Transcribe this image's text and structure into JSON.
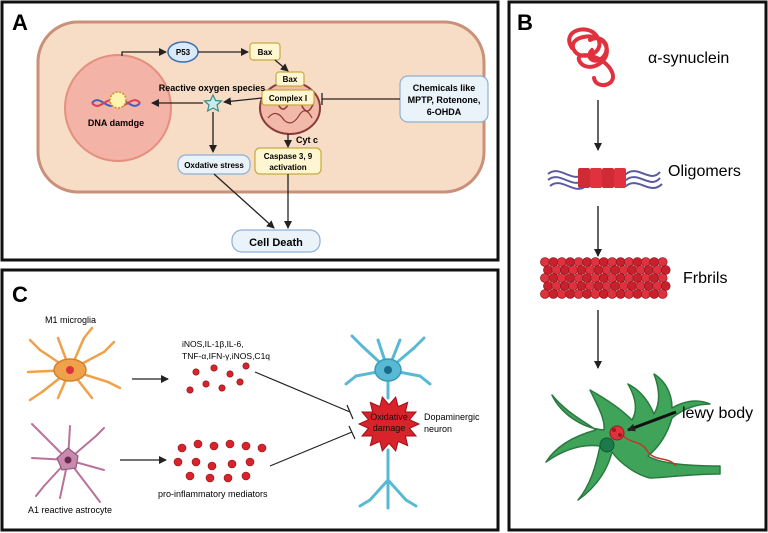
{
  "panels": {
    "a": {
      "letter": "A",
      "p53": "P53",
      "bax_top": "Bax",
      "bax_mito": "Bax",
      "complex": "Complex I",
      "dna": "DNA damdge",
      "ros": "Reactive oxygen species",
      "chemicals": [
        "Chemicals like",
        "MPTP, Rotenone,",
        "6-OHDA"
      ],
      "cytc": "Cyt c",
      "caspase": [
        "Caspase 3, 9",
        "activation"
      ],
      "oxstress": "Oxdative stress",
      "death": "Cell Death"
    },
    "b": {
      "letter": "B",
      "asyn": "α-synuclein",
      "oligomers": "Oligomers",
      "fibrils": "Frbrils",
      "lewy": "lewy body"
    },
    "c": {
      "letter": "C",
      "m1": "M1 microglia",
      "mediators_list": [
        "iNOS,IL-1β,IL-6,",
        "TNF-α,IFN-γ,iNOS,C1q"
      ],
      "a1": "A1 reactive astrocyte",
      "proinf": "pro-inflammatory mediators",
      "oxdamage": [
        "Oxidative",
        "damage"
      ],
      "neuron": [
        "Dopaminergic",
        "neuron"
      ]
    }
  },
  "colors": {
    "cell_fill": "#f7dcc6",
    "cell_stroke": "#c9917a",
    "nucleus_fill": "#f3b3a6",
    "box_fill": "#eaf2fa",
    "box_stroke": "#8fb0d3",
    "yellow_fill": "#fdf6d0",
    "yellow_stroke": "#c9a942",
    "red": "#d8232a",
    "neuron_green": "#3fa35a",
    "neuron_blue": "#58b9d4",
    "microglia": "#f0a24a",
    "astrocyte": "#b8739a"
  }
}
